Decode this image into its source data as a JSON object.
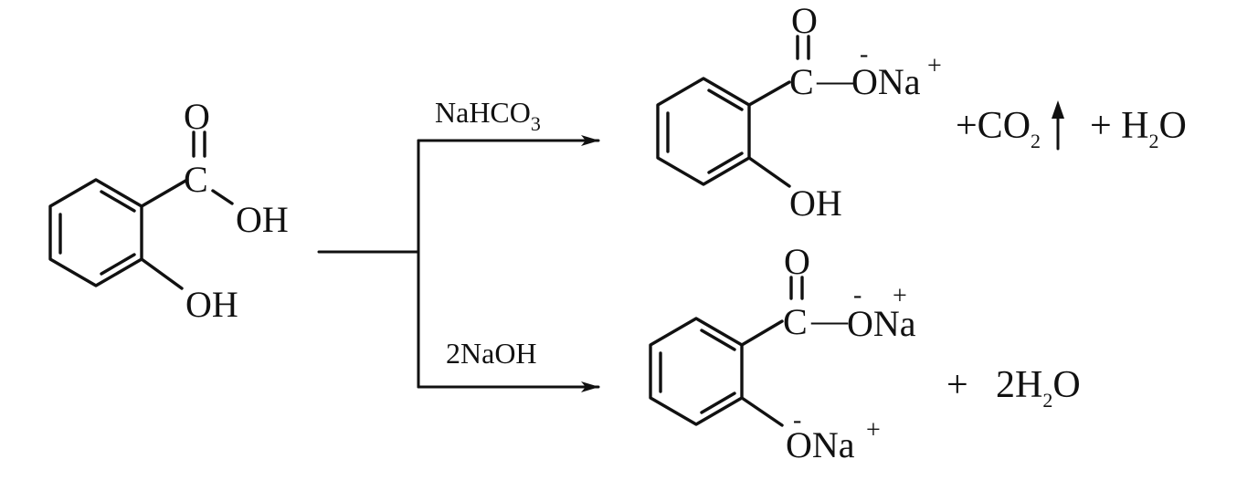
{
  "reactant": {
    "carbonyl_o": "O",
    "carbon": "C",
    "hydroxyl_acid": "OH",
    "hydroxyl_ring": "OH"
  },
  "upper_branch": {
    "reagent_main": "NaHCO",
    "reagent_sub": "3",
    "product": {
      "carbonyl_o": "O",
      "carbon": "C",
      "dash": "—",
      "minus": "-",
      "salt": "ONa",
      "plus": "+",
      "hydroxyl_ring": "OH"
    },
    "byproduct_co2_main": "+CO",
    "byproduct_co2_sub": "2",
    "byproduct_h2o_pre": "+ H",
    "byproduct_h2o_sub": "2",
    "byproduct_h2o_post": "O"
  },
  "lower_branch": {
    "reagent": "2NaOH",
    "product": {
      "carbonyl_o": "O",
      "carbon": "C",
      "dash": "—",
      "minus_1": "-",
      "salt_1": "ONa",
      "plus_1": "+",
      "minus_2": "-",
      "salt_2": "ONa",
      "plus_2": "+"
    },
    "byproduct_plus": "+",
    "byproduct_pre": "2H",
    "byproduct_sub": "2",
    "byproduct_post": "O"
  }
}
